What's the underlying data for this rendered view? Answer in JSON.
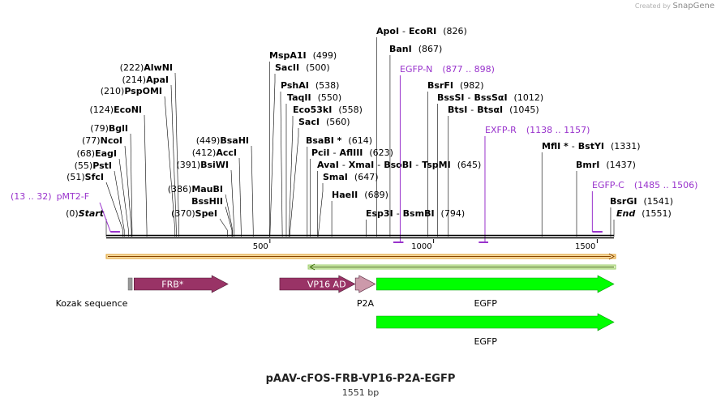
{
  "app": {
    "credit_prefix": "Created by",
    "credit_brand": "SnapGene"
  },
  "plasmid": {
    "name": "pAAV-cFOS-FRB-VP16-P2A-EGFP",
    "length_label": "1551 bp",
    "length": 1551
  },
  "ruler": {
    "ticks": [
      500,
      1000,
      1500
    ]
  },
  "sites": [
    {
      "name": "Start",
      "pos_label": "(0)",
      "bp": 0,
      "italic": true,
      "pos_first": true
    },
    {
      "name": "SfcI",
      "pos_label": "(51)",
      "bp": 51,
      "pos_first": true
    },
    {
      "name": "PstI",
      "pos_label": "(55)",
      "bp": 55,
      "pos_first": true
    },
    {
      "name": "EagI",
      "pos_label": "(68)",
      "bp": 68,
      "pos_first": true
    },
    {
      "name": "NcoI",
      "pos_label": "(77)",
      "bp": 77,
      "pos_first": true
    },
    {
      "name": "BglI",
      "pos_label": "(79)",
      "bp": 79,
      "pos_first": true
    },
    {
      "name": "EcoNI",
      "pos_label": "(124)",
      "bp": 124,
      "pos_first": true
    },
    {
      "name": "PspOMI",
      "pos_label": "(210)",
      "bp": 210,
      "pos_first": true
    },
    {
      "name": "ApaI",
      "pos_label": "(214)",
      "bp": 214,
      "pos_first": true
    },
    {
      "name": "AlwNI",
      "pos_label": "(222)",
      "bp": 222,
      "pos_first": true
    },
    {
      "name": "SpeI",
      "pos_label": "(370)",
      "bp": 370,
      "pos_first": true
    },
    {
      "name": "BssHII",
      "pos_label": "",
      "bp": 384,
      "pos_first": true
    },
    {
      "name": "MauBI",
      "pos_label": "(386)",
      "bp": 386,
      "pos_first": true
    },
    {
      "name": "BsiWI",
      "pos_label": "(391)",
      "bp": 391,
      "pos_first": true
    },
    {
      "name": "AccI",
      "pos_label": "(412)",
      "bp": 412,
      "pos_first": true
    },
    {
      "name": "BsaHI",
      "pos_label": "(449)",
      "bp": 449,
      "pos_first": true
    },
    {
      "name": "MspA1I",
      "pos_label": "(499)",
      "bp": 499
    },
    {
      "name": "SacII",
      "pos_label": "(500)",
      "bp": 500
    },
    {
      "name": "PshAI",
      "pos_label": "(538)",
      "bp": 538
    },
    {
      "name": "TaqII",
      "pos_label": "(550)",
      "bp": 550
    },
    {
      "name": "Eco53kI",
      "pos_label": "(558)",
      "bp": 558
    },
    {
      "name": "SacI",
      "pos_label": "(560)",
      "bp": 560
    },
    {
      "name": "BsaBI *",
      "pos_label": "(614)",
      "bp": 614
    },
    {
      "name": "PciI - AflIII",
      "pos_label": "(623)",
      "bp": 623
    },
    {
      "name": "AvaI - XmaI - BsoBI - TspMI",
      "pos_label": "(645)",
      "bp": 645
    },
    {
      "name": "SmaI",
      "pos_label": "(647)",
      "bp": 647
    },
    {
      "name": "HaeII",
      "pos_label": "(689)",
      "bp": 689
    },
    {
      "name": "Esp3I - BsmBI",
      "pos_label": "(794)",
      "bp": 794
    },
    {
      "name": "ApoI - EcoRI",
      "pos_label": "(826)",
      "bp": 826
    },
    {
      "name": "BanI",
      "pos_label": "(867)",
      "bp": 867
    },
    {
      "name": "BsrFI",
      "pos_label": "(982)",
      "bp": 982
    },
    {
      "name": "BssSI - BssSαI",
      "pos_label": "(1012)",
      "bp": 1012
    },
    {
      "name": "BtsI - BtsαI",
      "pos_label": "(1045)",
      "bp": 1045
    },
    {
      "name": "MflI * - BstYI",
      "pos_label": "(1331)",
      "bp": 1331
    },
    {
      "name": "BmrI",
      "pos_label": "(1437)",
      "bp": 1437
    },
    {
      "name": "BsrGI",
      "pos_label": "(1541)",
      "bp": 1541
    },
    {
      "name": "End",
      "pos_label": "(1551)",
      "bp": 1551,
      "italic": true
    }
  ],
  "primers": [
    {
      "name": "pMT2-F",
      "range_label": "(13 .. 32)",
      "start": 13,
      "end": 32,
      "dir": "fwd",
      "label_left": true
    },
    {
      "name": "EGFP-N",
      "range_label": "(877 .. 898)",
      "start": 877,
      "end": 898,
      "dir": "rev"
    },
    {
      "name": "EXFP-R",
      "range_label": "(1138 .. 1157)",
      "start": 1138,
      "end": 1157,
      "dir": "rev"
    },
    {
      "name": "EGFP-C",
      "range_label": "(1485 .. 1506)",
      "start": 1485,
      "end": 1506,
      "dir": "fwd"
    }
  ],
  "features": [
    {
      "name": "Kozak sequence",
      "start": 67,
      "end": 77,
      "color": "#999999",
      "inside_label": false,
      "row": 0,
      "shape": "box"
    },
    {
      "name": "FRB*",
      "start": 85,
      "end": 372,
      "color": "#993366",
      "inside_label": true,
      "row": 0,
      "shape": "arrow"
    },
    {
      "name": "VP16 AD",
      "start": 530,
      "end": 760,
      "color": "#993366",
      "inside_label": true,
      "row": 0,
      "shape": "arrow"
    },
    {
      "name": "P2A",
      "start": 761,
      "end": 822,
      "color": "#cc99aa",
      "inside_label": false,
      "row": 0,
      "shape": "arrow"
    },
    {
      "name": "EGFP",
      "start": 826,
      "end": 1551,
      "color": "#00ff00",
      "inside_label": false,
      "row": 0,
      "shape": "arrow"
    },
    {
      "name": "EGFP",
      "start": 826,
      "end": 1551,
      "color": "#00ff00",
      "inside_label": false,
      "row": 1,
      "shape": "arrow"
    }
  ],
  "bars": {
    "orange_color": "#e0a030",
    "green_color": "#99cc66"
  }
}
